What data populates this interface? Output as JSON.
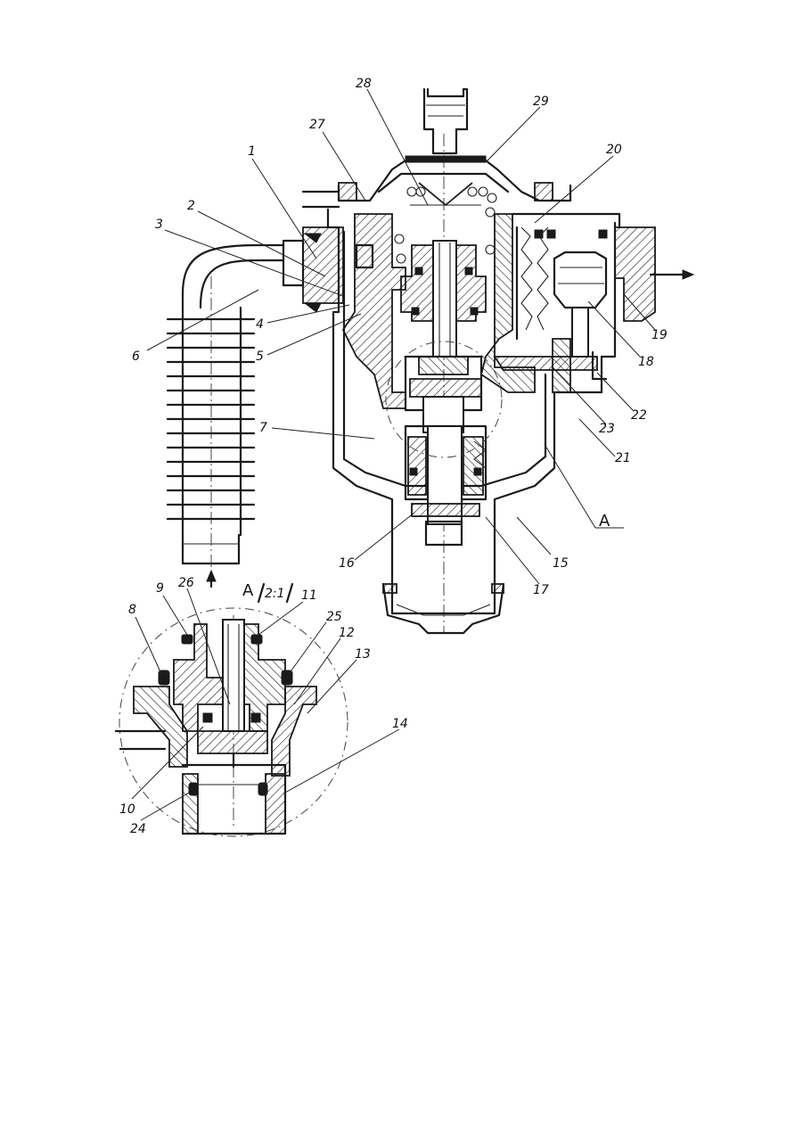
{
  "labels": {
    "n1": "1",
    "n2": "2",
    "n3": "3",
    "n4": "4",
    "n5": "5",
    "n6": "6",
    "n7": "7",
    "n8": "8",
    "n9": "9",
    "n10": "10",
    "n11": "11",
    "n12": "12",
    "n13": "13",
    "n14": "14",
    "n15": "15",
    "n16": "16",
    "n17": "17",
    "n18": "18",
    "n19": "19",
    "n20": "20",
    "n21": "21",
    "n22": "22",
    "n23": "23",
    "n24": "24",
    "n25": "25",
    "n26": "26",
    "n27": "27",
    "n28": "28",
    "n29": "29"
  },
  "section_marker": "A",
  "detail_title": {
    "letter": "A",
    "scale": "2:1"
  }
}
